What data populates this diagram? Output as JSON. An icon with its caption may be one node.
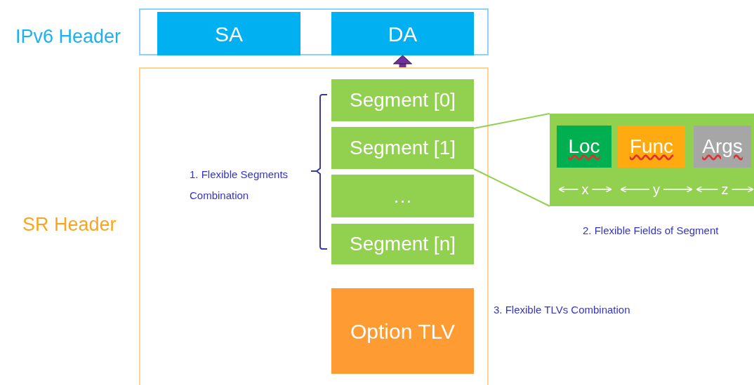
{
  "diagram": {
    "nodes": [
      {
        "text": [
          "IPv6 Header"
        ]
      },
      {
        "text": [
          "SA"
        ],
        "in": 0
      },
      {
        "text": [
          "DA"
        ],
        "in": 0
      },
      {
        "text": [
          "SR Header"
        ]
      },
      {
        "text": [
          "Segment [0]"
        ],
        "in": 3
      },
      {
        "text": [
          "Segment [1]"
        ],
        "in": 3
      },
      {
        "text": [
          "…"
        ],
        "in": 3
      },
      {
        "text": [
          "Segment [n]"
        ],
        "in": 3
      },
      {
        "text": [
          "Option TLV"
        ],
        "in": 3
      },
      {
        "text": [],
        "shape": "box"
      },
      {
        "text": [
          "Loc"
        ],
        "in": 9
      },
      {
        "text": [
          "Func"
        ],
        "in": 9
      },
      {
        "text": [
          "Args"
        ],
        "in": 9
      }
    ],
    "edges": [
      {
        "from": 3,
        "to": 2,
        "arrow": "to",
        "style": "thick",
        "color": "#7030a0"
      },
      {
        "from": 5,
        "to": 9,
        "arrow": "none"
      },
      {
        "from": 5,
        "to": 9,
        "arrow": "none"
      }
    ],
    "labels": [
      "1.   Flexible Segments Combination",
      "x",
      "y",
      "z",
      "2. Flexible Fields of Segment",
      "3. Flexible TLVs Combination"
    ]
  }
}
